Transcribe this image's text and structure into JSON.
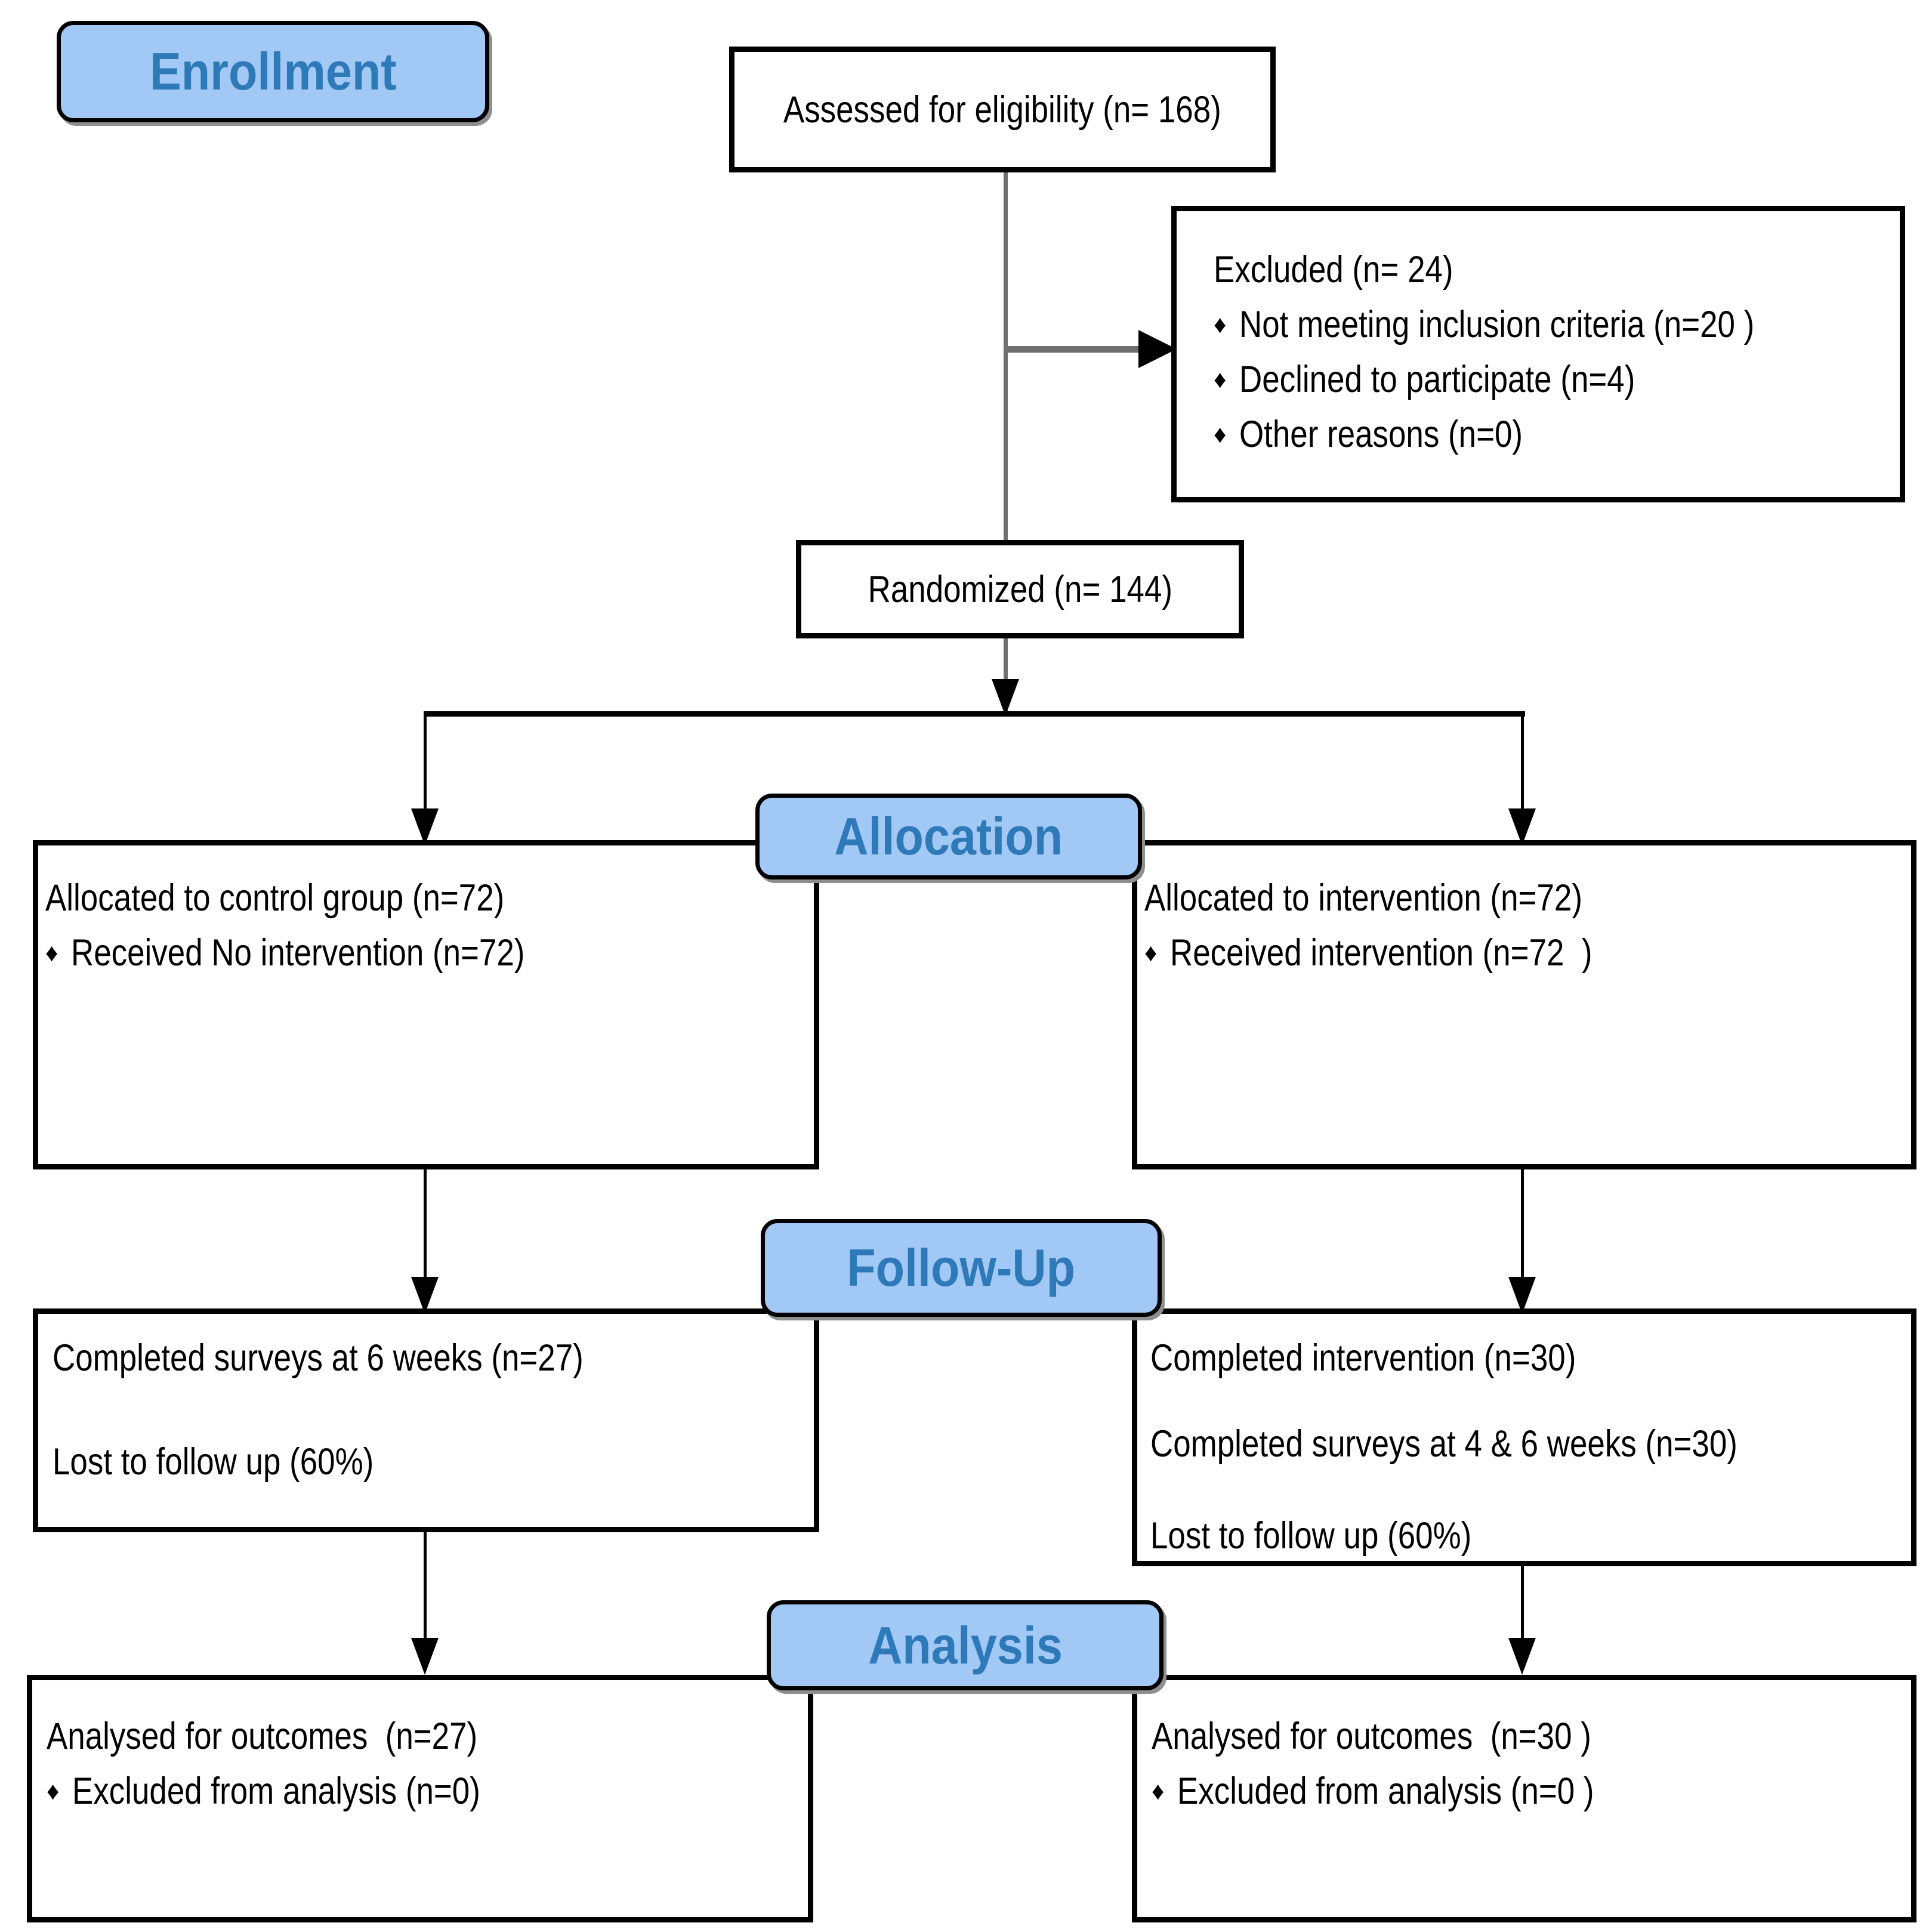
{
  "diagram": {
    "bullet_char": "♦",
    "colors": {
      "stage_fill": "#A2C8F5",
      "stage_text": "#2E79B8",
      "box_border": "#000000",
      "connector_gray": "#6F6F6F",
      "connector_black": "#000000",
      "background": "#FFFFFF"
    },
    "stages": {
      "enrollment": {
        "label": "Enrollment"
      },
      "allocation": {
        "label": "Allocation"
      },
      "followup": {
        "label": "Follow-Up"
      },
      "analysis": {
        "label": "Analysis"
      }
    },
    "boxes": {
      "assessed": {
        "text": "Assessed for eligibility (n= 168)"
      },
      "excluded": {
        "title": "Excluded (n= 24)",
        "items": [
          "Not meeting inclusion criteria (n=20 )",
          "Declined to participate (n=4)",
          "Other reasons (n=0)"
        ]
      },
      "randomized": {
        "text": "Randomized (n= 144)"
      },
      "alloc_control": {
        "title": "Allocated to control group (n=72)",
        "items": [
          "Received No intervention (n=72)"
        ]
      },
      "alloc_intervention": {
        "title": "Allocated to intervention (n=72)",
        "items": [
          "Received intervention (n=72  )"
        ]
      },
      "followup_control": {
        "lines": [
          "Completed surveys at 6 weeks (n=27)",
          "Lost to follow up (60%)"
        ]
      },
      "followup_intervention": {
        "lines": [
          "Completed intervention (n=30)",
          "Completed surveys at 4 & 6 weeks (n=30)",
          "Lost to follow up (60%)"
        ]
      },
      "analysis_control": {
        "title": "Analysed for outcomes  (n=27)",
        "items": [
          "Excluded from analysis (n=0)"
        ]
      },
      "analysis_intervention": {
        "title": "Analysed for outcomes  (n=30 )",
        "items": [
          "Excluded from analysis (n=0 )"
        ]
      }
    }
  }
}
